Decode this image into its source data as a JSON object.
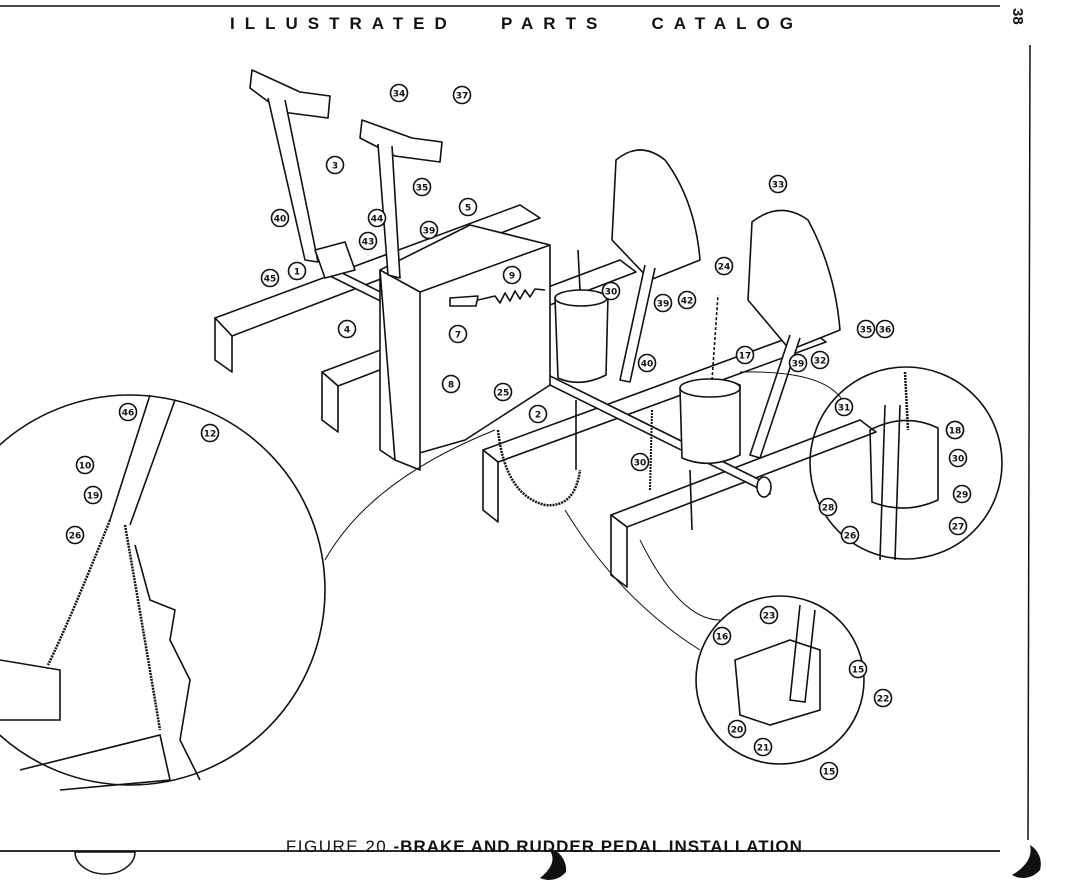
{
  "header": {
    "title": "ILLUSTRATED   PARTS   CATALOG",
    "page_number": "38"
  },
  "caption": {
    "figure_no": "FIGURE 20 ",
    "title": "-BRAKE AND RUDDER PEDAL INSTALLATION"
  },
  "callouts": {
    "main": [
      "37",
      "34",
      "3",
      "35",
      "40",
      "44",
      "39",
      "5",
      "45",
      "1",
      "43",
      "4",
      "9",
      "7",
      "30",
      "39",
      "42",
      "8",
      "40",
      "25",
      "2",
      "33",
      "24",
      "35",
      "36",
      "17",
      "39",
      "32",
      "30",
      "18"
    ],
    "left_detail": [
      "46",
      "12",
      "10",
      "19",
      "26"
    ],
    "right_detail": [
      "31",
      "18",
      "30",
      "29",
      "28",
      "26",
      "27"
    ],
    "bottom_detail": [
      "23",
      "16",
      "15",
      "22",
      "20",
      "21",
      "15"
    ]
  }
}
